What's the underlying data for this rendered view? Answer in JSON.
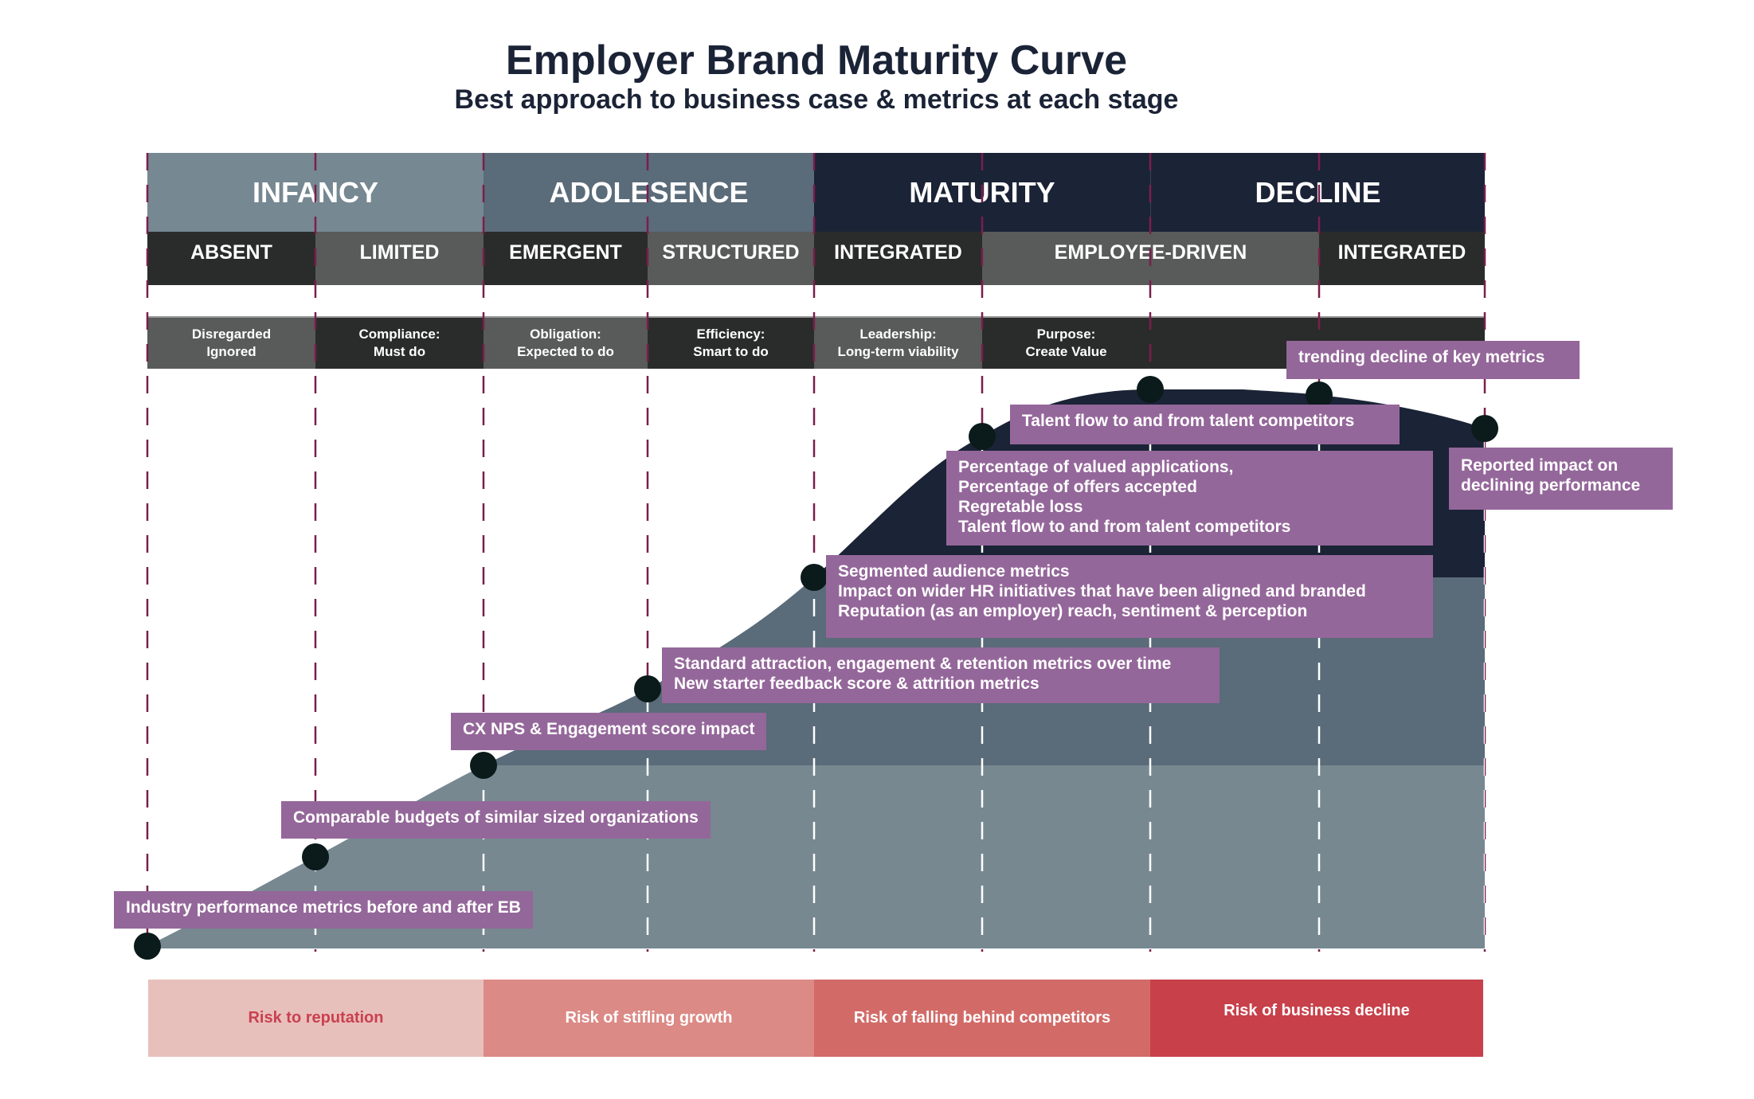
{
  "title": "Employer Brand Maturity Curve",
  "subtitle": "Best approach to business case & metrics at each stage",
  "stages": [
    {
      "label": "INFANCY",
      "color": "#768891"
    },
    {
      "label": "ADOLESENCE",
      "color": "#5a6b79"
    },
    {
      "label": "MATURITY",
      "color": "#1b2336"
    },
    {
      "label": "DECLINE",
      "color": "#1b2336"
    }
  ],
  "levels": [
    "ABSENT",
    "LIMITED",
    "EMERGENT",
    "STRUCTURED",
    "INTEGRATED",
    "EMPLOYEE-DRIVEN",
    "INTEGRATED"
  ],
  "drivers": [
    {
      "l1": "Disregarded",
      "l2": "Ignored"
    },
    {
      "l1": "Compliance:",
      "l2": "Must do"
    },
    {
      "l1": "Obligation:",
      "l2": "Expected to do"
    },
    {
      "l1": "Efficiency:",
      "l2": "Smart to do"
    },
    {
      "l1": "Leadership:",
      "l2": "Long-term viability"
    },
    {
      "l1": "Purpose:",
      "l2": "Create Value"
    }
  ],
  "metrics": [
    {
      "lines": [
        "Industry performance metrics before and after EB"
      ]
    },
    {
      "lines": [
        "Comparable budgets of similar sized organizations"
      ]
    },
    {
      "lines": [
        "CX NPS & Engagement score impact"
      ]
    },
    {
      "lines": [
        "Standard attraction, engagement & retention metrics over time",
        "New starter feedback score & attrition metrics"
      ]
    },
    {
      "lines": [
        "Segmented audience metrics",
        "Impact on wider HR initiatives that have been aligned and branded",
        "Reputation (as an employer) reach, sentiment & perception"
      ]
    },
    {
      "lines": [
        "Percentage of valued applications,",
        "Percentage of offers accepted",
        "Regretable loss",
        "Talent flow to and from talent competitors"
      ]
    },
    {
      "lines": [
        "Talent flow to and from talent competitors"
      ]
    },
    {
      "lines": [
        "trending decline of key metrics"
      ]
    },
    {
      "lines": [
        "Reported impact on",
        "declining performance"
      ]
    }
  ],
  "risks": [
    {
      "label": "Risk to reputation",
      "bg": "#e8c0bb",
      "fg": "#c94050"
    },
    {
      "label": "Risk of stifling growth",
      "bg": "#dc8a86",
      "fg": "#ffffff"
    },
    {
      "label": "Risk of falling behind competitors",
      "bg": "#d26b68",
      "fg": "#ffffff"
    },
    {
      "label": "Risk of business decline",
      "bg": "#c8404a",
      "fg": "#ffffff"
    }
  ],
  "colors": {
    "callout": "#94679a",
    "divider": "#7a1e4d",
    "dot": "#0b1a1a"
  }
}
